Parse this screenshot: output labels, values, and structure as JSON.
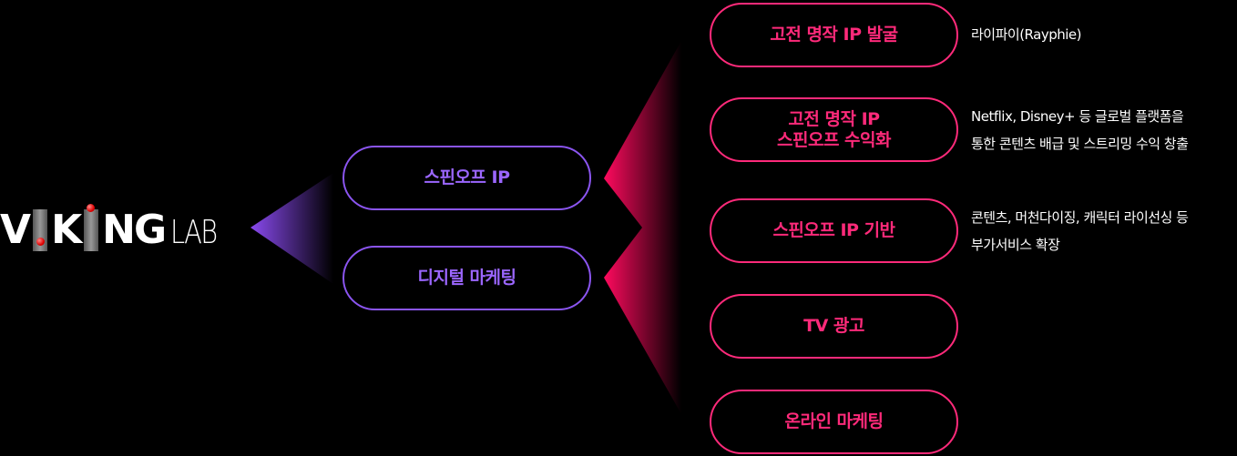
{
  "logo": {
    "text_a": "V",
    "text_b": "K",
    "text_c": "NG",
    "text_lab": "LAB"
  },
  "colors": {
    "purple": "#8b55f0",
    "pink": "#ff2a7a",
    "background": "#000000"
  },
  "level1": [
    {
      "label": "스핀오프 IP"
    },
    {
      "label": "디지털 마케팅"
    }
  ],
  "level2": [
    {
      "label_line1": "고전 명작 IP 발굴",
      "label_line2": "",
      "desc_line1": "라이파이(Rayphie)",
      "desc_line2": ""
    },
    {
      "label_line1": "고전 명작 IP",
      "label_line2": "스핀오프 수익화",
      "desc_line1": "Netflix, Disney+ 등 글로벌 플랫폼을",
      "desc_line2": "통한 콘텐츠 배급 및 스트리밍 수익 창출"
    },
    {
      "label_line1": "스핀오프 IP 기반",
      "label_line2": "",
      "desc_line1": "콘텐츠, 머천다이징, 캐릭터 라이선싱 등",
      "desc_line2": "부가서비스 확장"
    },
    {
      "label_line1": "TV 광고",
      "label_line2": ""
    },
    {
      "label_line1": "온라인 마케팅",
      "label_line2": ""
    }
  ]
}
